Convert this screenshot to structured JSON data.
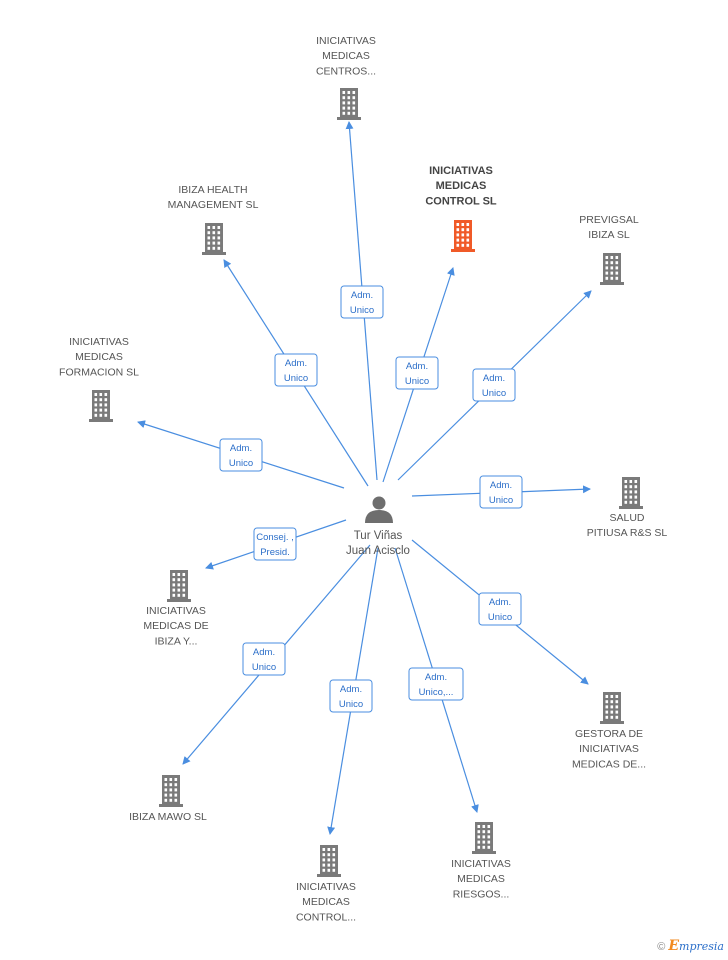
{
  "center": {
    "name_line1": "Tur Viñas",
    "name_line2": "Juan Acisclo",
    "icon": "person-icon"
  },
  "colors": {
    "edge": "#4a8ee0",
    "building": "#7a7a7a",
    "highlight": "#f05a28"
  },
  "companies": [
    {
      "id": "centros",
      "lines": [
        "INICIATIVAS",
        "MEDICAS",
        "CENTROS..."
      ],
      "role": [
        "Adm.",
        "Unico"
      ],
      "highlight": false
    },
    {
      "id": "control-sl",
      "lines": [
        "INICIATIVAS",
        "MEDICAS",
        "CONTROL SL"
      ],
      "role": [
        "Adm.",
        "Unico"
      ],
      "highlight": true
    },
    {
      "id": "ibiza-health",
      "lines": [
        "IBIZA HEALTH",
        "MANAGEMENT SL"
      ],
      "role": [
        "Adm.",
        "Unico"
      ],
      "highlight": false
    },
    {
      "id": "previgsal",
      "lines": [
        "PREVIGSAL",
        "IBIZA SL"
      ],
      "role": [
        "Adm.",
        "Unico"
      ],
      "highlight": false
    },
    {
      "id": "formacion",
      "lines": [
        "INICIATIVAS",
        "MEDICAS",
        "FORMACION SL"
      ],
      "role": [
        "Adm.",
        "Unico"
      ],
      "highlight": false
    },
    {
      "id": "salud-pitiusa",
      "lines": [
        "SALUD",
        "PITIUSA R&S SL"
      ],
      "role": [
        "Adm.",
        "Unico"
      ],
      "highlight": false
    },
    {
      "id": "ibiza-y",
      "lines": [
        "INICIATIVAS",
        "MEDICAS DE",
        "IBIZA Y..."
      ],
      "role": [
        "Consej. ,",
        "Presid."
      ],
      "highlight": false
    },
    {
      "id": "gestora",
      "lines": [
        "GESTORA DE",
        "INICIATIVAS",
        "MEDICAS DE..."
      ],
      "role": [
        "Adm.",
        "Unico"
      ],
      "highlight": false
    },
    {
      "id": "mawo",
      "lines": [
        "IBIZA MAWO SL"
      ],
      "role": [
        "Adm.",
        "Unico"
      ],
      "highlight": false
    },
    {
      "id": "control-dots",
      "lines": [
        "INICIATIVAS",
        "MEDICAS",
        "CONTROL..."
      ],
      "role": [
        "Adm.",
        "Unico"
      ],
      "highlight": false
    },
    {
      "id": "riesgos",
      "lines": [
        "INICIATIVAS",
        "MEDICAS",
        "RIESGOS..."
      ],
      "role": [
        "Adm.",
        "Unico,..."
      ],
      "highlight": false
    }
  ],
  "footer": {
    "copyright": "©",
    "brand_first": "E",
    "brand_rest": "mpresia"
  }
}
